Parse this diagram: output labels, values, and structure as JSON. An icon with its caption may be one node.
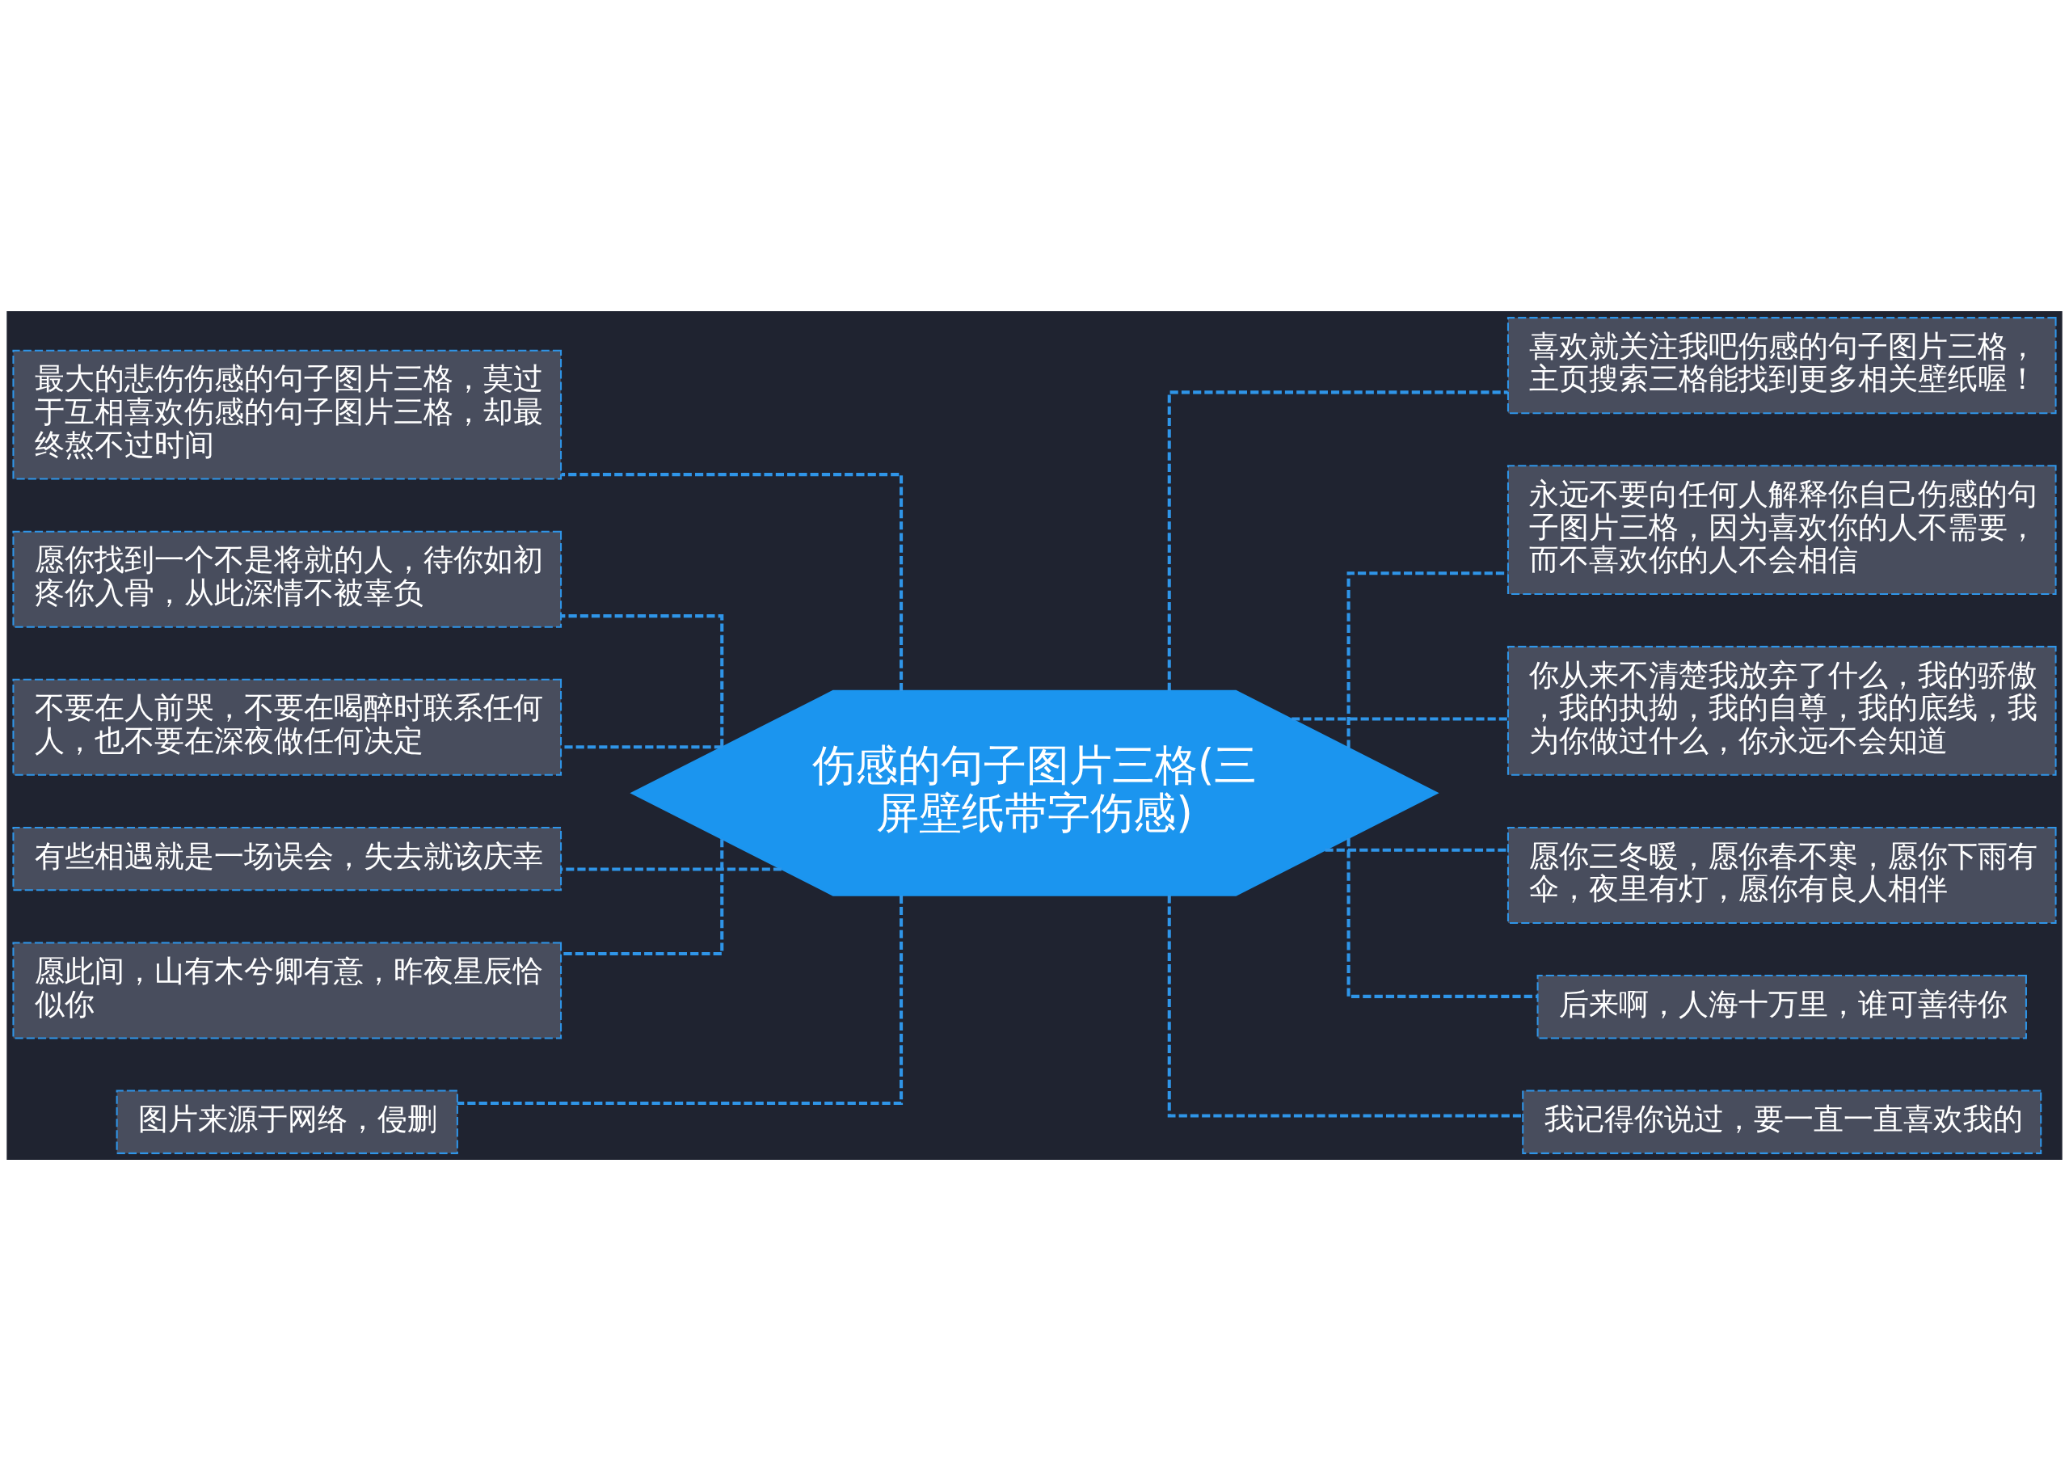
{
  "diagram": {
    "nodes": [
      {
        "text": [
          "伤感的句子图片三格(三屏壁纸带字伤感)"
        ]
      },
      {
        "text": [
          "最大的悲伤伤感的句子图片三格，莫过于互相喜欢伤感的句子图片三格，却最终熬不过时间"
        ]
      },
      {
        "text": [
          "愿你找到一个不是将就的人，待你如初疼你入骨，从此深情不被辜负"
        ]
      },
      {
        "text": [
          "不要在人前哭，不要在喝醉时联系任何人，也不要在深夜做任何决定"
        ]
      },
      {
        "text": [
          "有些相遇就是一场误会，失去就该庆幸"
        ]
      },
      {
        "text": [
          "愿此间，山有木兮卿有意，昨夜星辰恰似你"
        ]
      },
      {
        "text": [
          "图片来源于网络，侵删"
        ]
      },
      {
        "text": [
          "喜欢就关注我吧伤感的句子图片三格，主页搜索三格能找到更多相关壁纸喔！"
        ]
      },
      {
        "text": [
          "永远不要向任何人解释你自己伤感的句子图片三格，因为喜欢你的人不需要，而不喜欢你的人不会相信"
        ]
      },
      {
        "text": [
          "你从来不清楚我放弃了什么，我的骄傲，我的执拗，我的自尊，我的底线，我为你做过什么，你永远不会知道"
        ]
      },
      {
        "text": [
          "愿你三冬暖，愿你春不寒，愿你下雨有伞，夜里有灯，愿你有良人相伴"
        ]
      },
      {
        "text": [
          "后来啊，人海十万里，谁可善待你"
        ]
      },
      {
        "text": [
          "我记得你说过，要一直一直喜欢我的"
        ]
      }
    ],
    "edges": [
      {
        "from": 0,
        "to": 1,
        "arrow": "none",
        "style": "dashed"
      },
      {
        "from": 0,
        "to": 2,
        "arrow": "none",
        "style": "dashed"
      },
      {
        "from": 0,
        "to": 3,
        "arrow": "none",
        "style": "dashed"
      },
      {
        "from": 0,
        "to": 4,
        "arrow": "none",
        "style": "dashed"
      },
      {
        "from": 0,
        "to": 5,
        "arrow": "none",
        "style": "dashed"
      },
      {
        "from": 0,
        "to": 6,
        "arrow": "none",
        "style": "dashed"
      },
      {
        "from": 0,
        "to": 7,
        "arrow": "none",
        "style": "dashed"
      },
      {
        "from": 0,
        "to": 8,
        "arrow": "none",
        "style": "dashed"
      },
      {
        "from": 0,
        "to": 9,
        "arrow": "none",
        "style": "dashed"
      },
      {
        "from": 0,
        "to": 10,
        "arrow": "none",
        "style": "dashed"
      },
      {
        "from": 0,
        "to": 11,
        "arrow": "none",
        "style": "dashed"
      },
      {
        "from": 0,
        "to": 12,
        "arrow": "none",
        "style": "dashed"
      }
    ]
  }
}
